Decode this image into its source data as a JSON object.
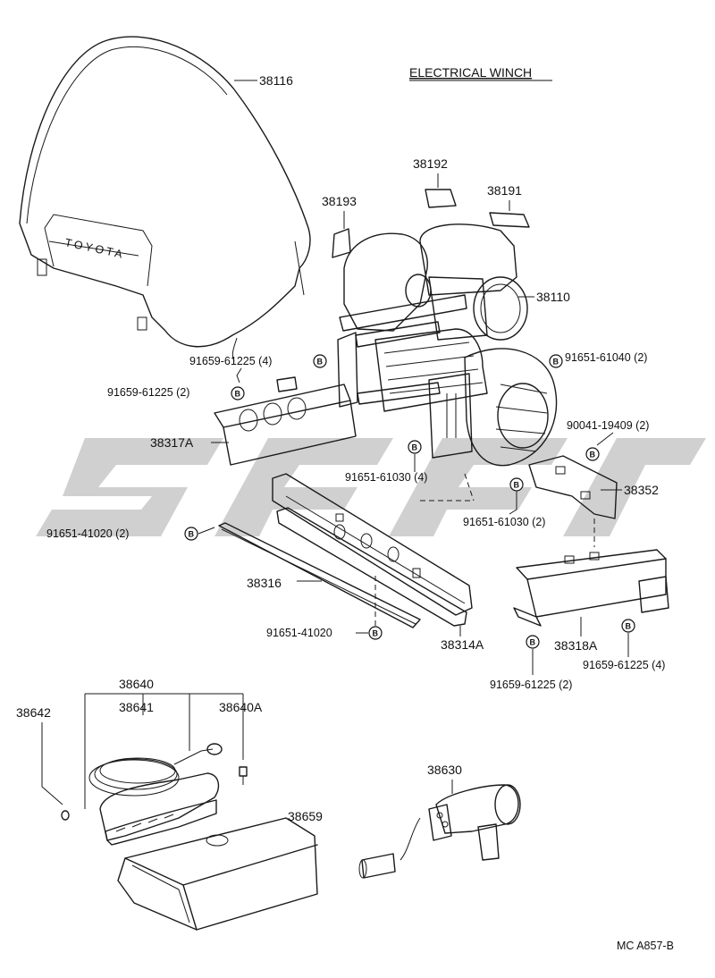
{
  "title": "ELECTRICAL WINCH",
  "code": "MC A857-B",
  "cover_text": "TOYOTA",
  "bolt_mark": "B",
  "parts": {
    "p38116": "38116",
    "p38192": "38192",
    "p38191": "38191",
    "p38193": "38193",
    "p38110": "38110",
    "p38317A": "38317A",
    "p38352": "38352",
    "p38316": "38316",
    "p38314A": "38314A",
    "p38318A": "38318A",
    "p38640": "38640",
    "p38642": "38642",
    "p38641": "38641",
    "p38640A": "38640A",
    "p38630": "38630",
    "p38659": "38659"
  },
  "fasteners": {
    "f1": "91659-61225 (4)",
    "f2": "91659-61225 (2)",
    "f3": "91651-61040 (2)",
    "f4": "90041-19409 (2)",
    "f5": "91651-61030 (4)",
    "f6": "91651-61030 (2)",
    "f7": "91651-41020 (2)",
    "f8": "91651-41020",
    "f9": "91659-61225 (4)",
    "f10": "91659-61225 (2)"
  },
  "watermark_color": "#c8c8c8",
  "line_color": "#1a1a1a"
}
